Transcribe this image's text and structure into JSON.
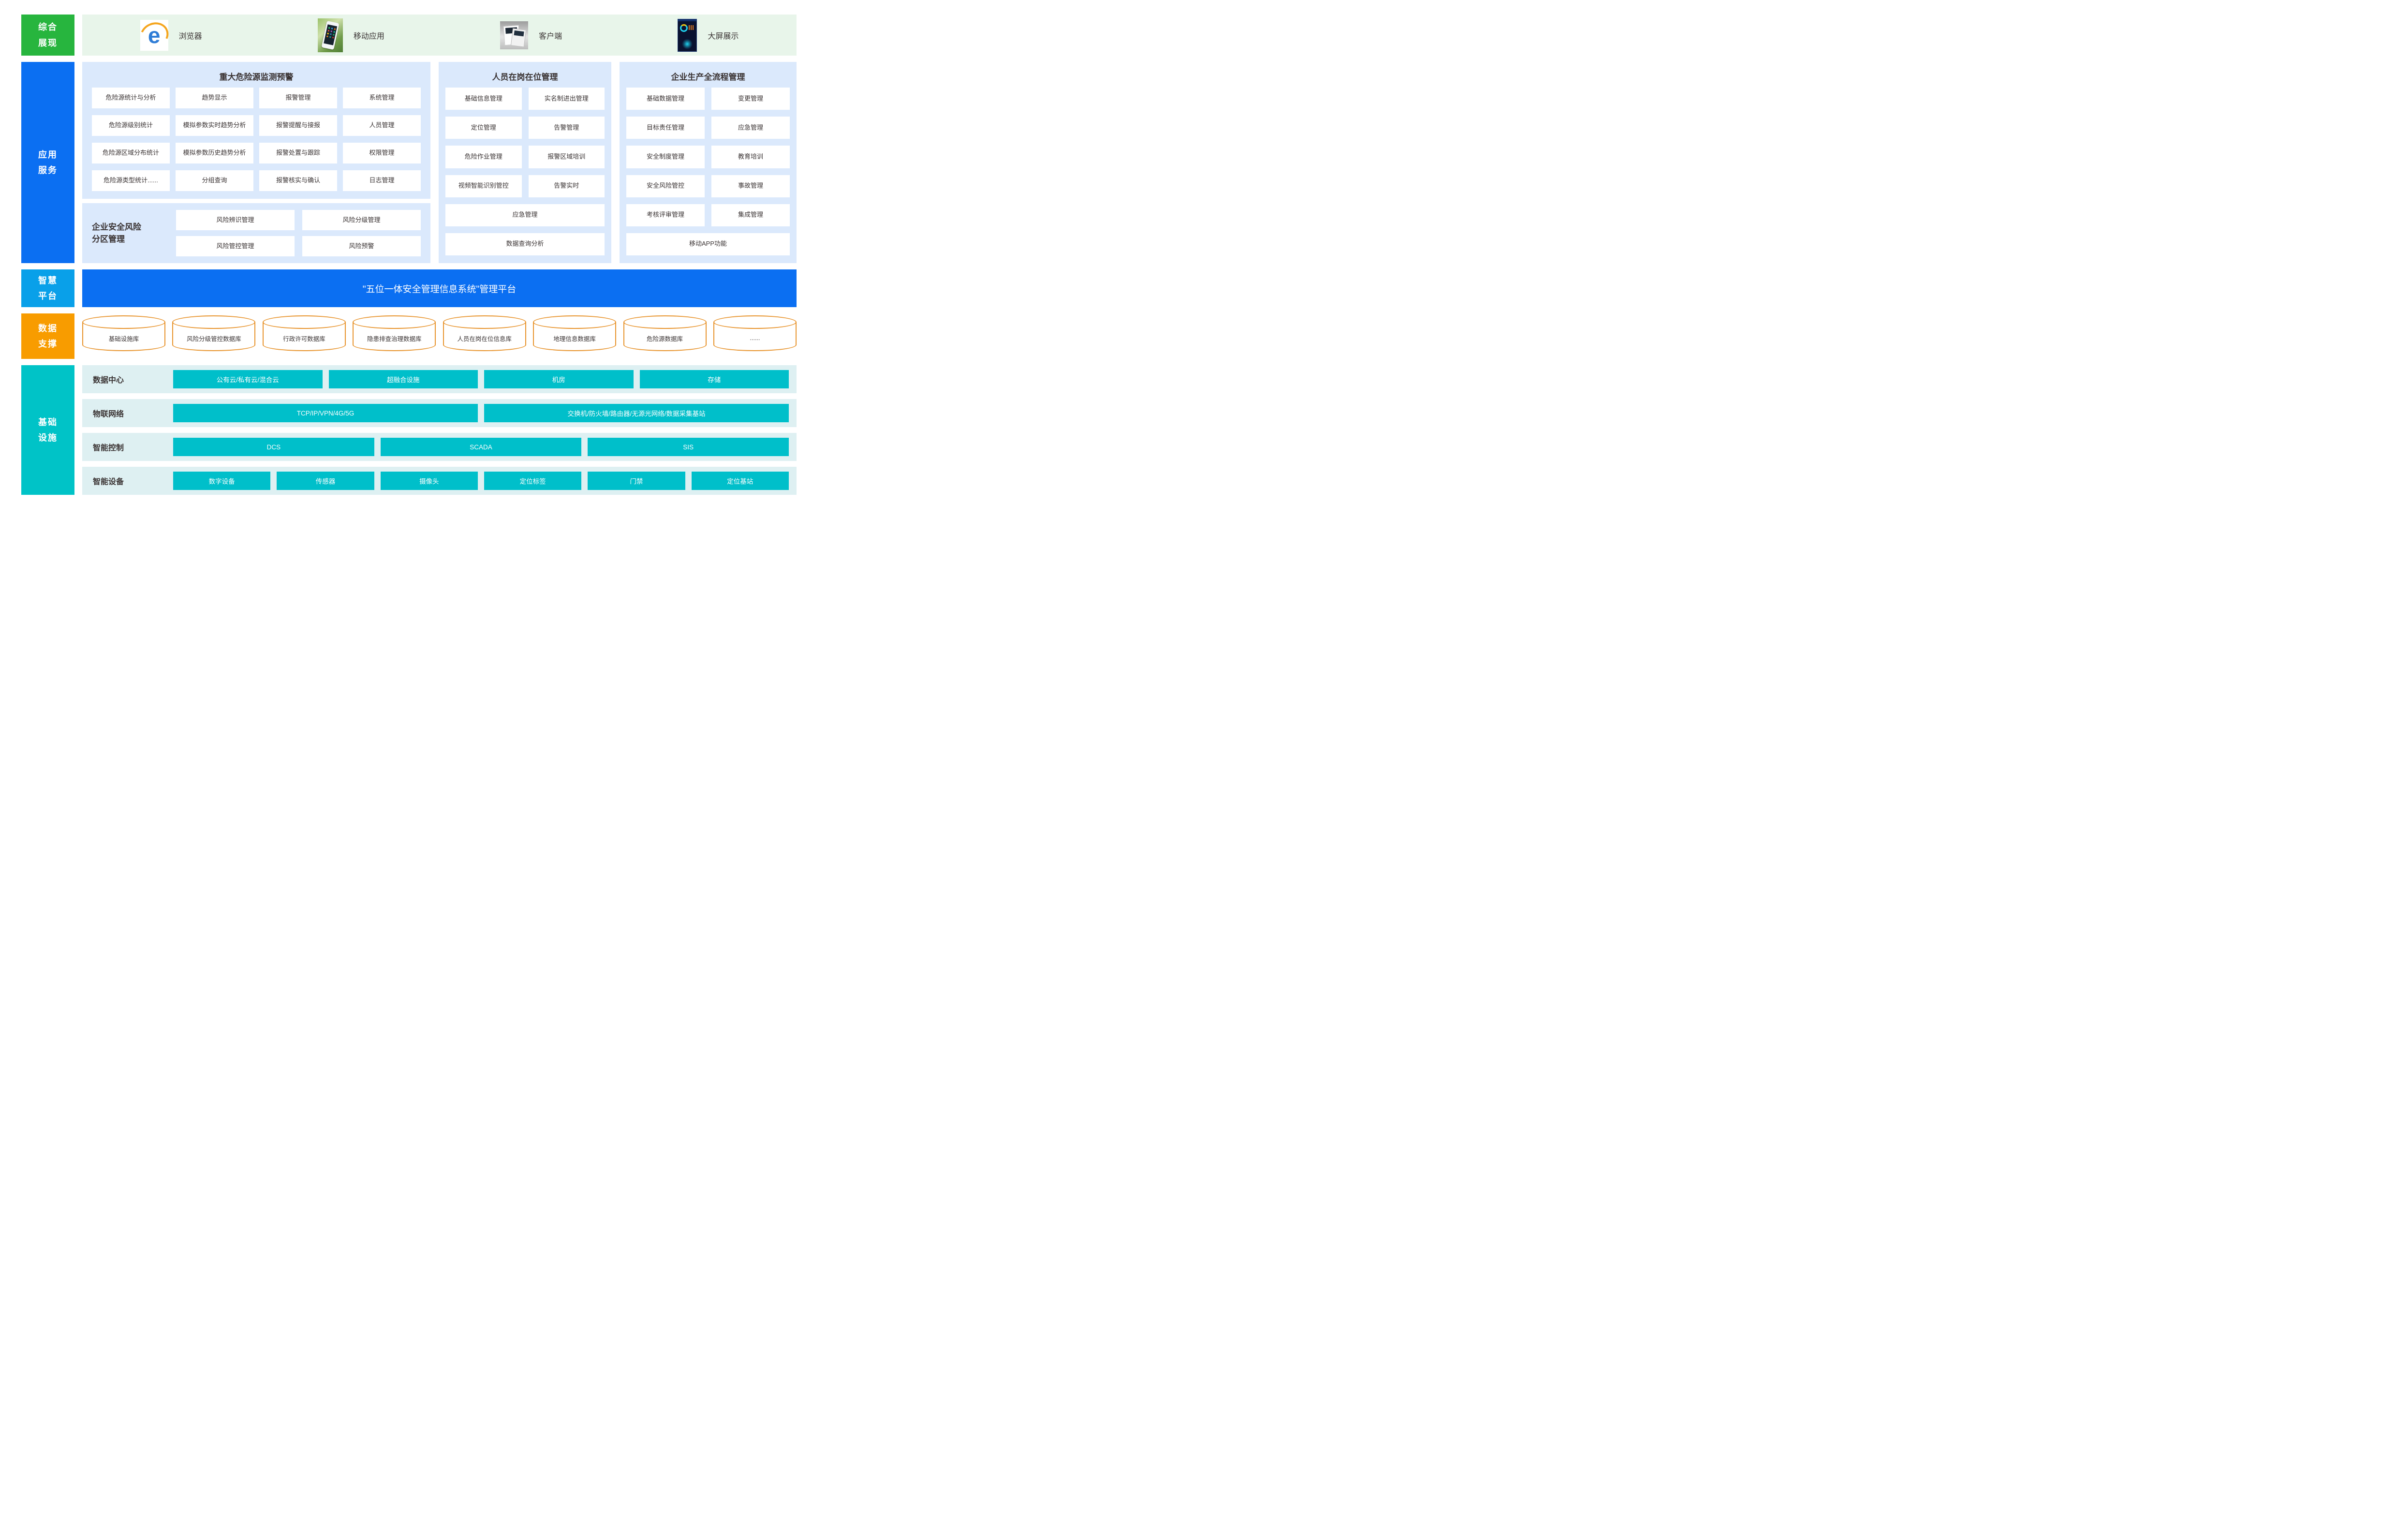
{
  "colors": {
    "display_green": "#27b53e",
    "app_blue": "#0b6ff2",
    "platform_skyblue": "#09a0e9",
    "data_orange": "#f89c00",
    "infra_teal": "#00c3c7",
    "panel_bg": "#dbe9fc",
    "display_band_bg": "#e8f5ea",
    "infra_band_bg": "#def0f2",
    "infra_button": "#00bfca",
    "cylinder_stroke": "#e8952f",
    "banner_bg": "#0b6ff2",
    "text_dark": "#3a3333"
  },
  "sidebar": {
    "items": [
      {
        "label": "综合\n展现"
      },
      {
        "label": "应用\n服务"
      },
      {
        "label": "智慧\n平台"
      },
      {
        "label": "数据\n支撑"
      },
      {
        "label": "基础\n设施"
      }
    ]
  },
  "display_row": {
    "items": [
      {
        "icon": "ie-browser-icon",
        "label": "浏览器"
      },
      {
        "icon": "mobile-app-photo",
        "label": "移动应用"
      },
      {
        "icon": "client-monitors-photo",
        "label": "客户端"
      },
      {
        "icon": "big-screen-dashboard-photo",
        "label": "大屏展示"
      }
    ]
  },
  "app_services": {
    "hazard_panel": {
      "title": "重大危险源监测预警",
      "rows": [
        [
          "危险源统计与分析",
          "趋势显示",
          "报警管理",
          "系统管理"
        ],
        [
          "危险源级别统计",
          "模拟参数实时趋势分析",
          "报警提醒与接报",
          "人员管理"
        ],
        [
          "危险源区域分布统计",
          "模拟参数历史趋势分析",
          "报警处置与跟踪",
          "权限管理"
        ],
        [
          "危险源类型统计......",
          "分组查询",
          "报警核实与确认",
          "日志管理"
        ]
      ]
    },
    "risk_zone_panel": {
      "label": "企业安全风险\n分区管理",
      "cells": [
        "风险辨识管理",
        "风险分级管理",
        "风险管控管理",
        "风险预警"
      ]
    },
    "personnel_panel": {
      "title": "人员在岗在位管理",
      "rows": [
        [
          "基础信息管理",
          "实名制进出管理"
        ],
        [
          "定位管理",
          "告警管理"
        ],
        [
          "危险作业管理",
          "报警区域培训"
        ],
        [
          "视频智能识别管控",
          "告警实时"
        ]
      ],
      "full_rows": [
        "应急管理",
        "数据查询分析"
      ]
    },
    "production_panel": {
      "title": "企业生产全流程管理",
      "rows": [
        [
          "基础数据管理",
          "变更管理"
        ],
        [
          "目标责任管理",
          "应急管理"
        ],
        [
          "安全制度管理",
          "教育培训"
        ],
        [
          "安全风险管控",
          "事故管理"
        ],
        [
          "考核评审管理",
          "集成管理"
        ]
      ],
      "full_rows": [
        "移动APP功能"
      ]
    }
  },
  "platform": {
    "banner_text": "\"五位一体安全管理信息系统\"管理平台"
  },
  "data_support": {
    "databases": [
      "基础设施库",
      "风险分级管控数据库",
      "行政许可数据库",
      "隐患排查治理数据库",
      "人员在岗在位信息库",
      "地理信息数据库",
      "危险源数据库",
      "......"
    ]
  },
  "infrastructure": {
    "rows": [
      {
        "label": "数据中心",
        "buttons": [
          "公有云/私有云/混合云",
          "超融合设施",
          "机房",
          "存储"
        ]
      },
      {
        "label": "物联网络",
        "buttons": [
          "TCP/IP/VPN/4G/5G",
          "交换机/防火墙/路由器/无源光网络/数据采集基站"
        ]
      },
      {
        "label": "智能控制",
        "buttons": [
          "DCS",
          "SCADA",
          "SIS"
        ]
      },
      {
        "label": "智能设备",
        "buttons": [
          "数字设备",
          "传感器",
          "摄像头",
          "定位标签",
          "门禁",
          "定位基站"
        ]
      }
    ]
  }
}
